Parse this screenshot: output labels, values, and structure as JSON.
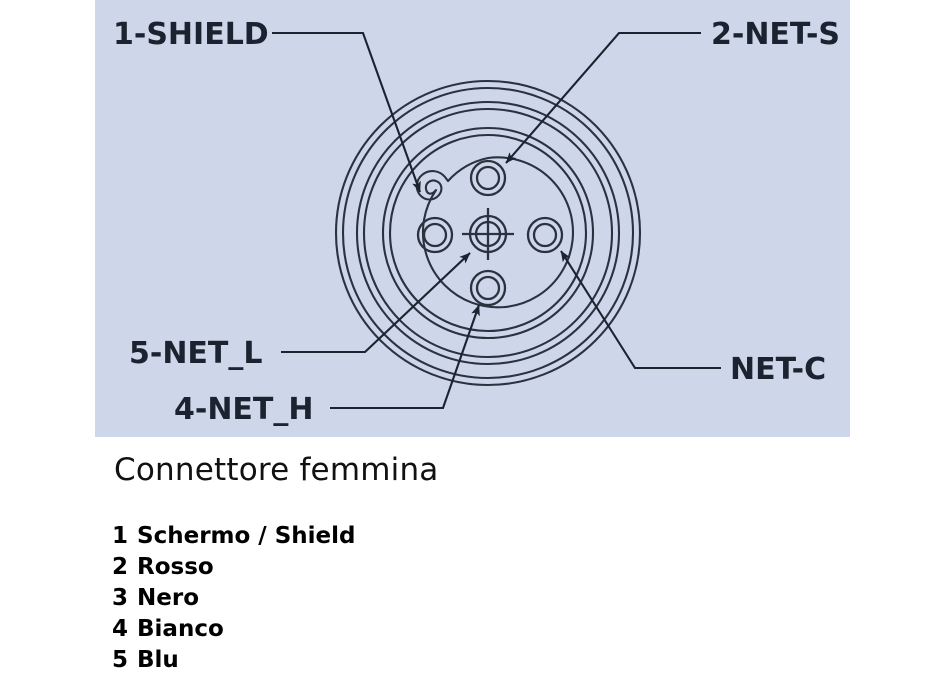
{
  "diagram": {
    "background_color": "#ced6e9",
    "line_color": "#2a3240",
    "title_alt": "5-pin female connector pinout",
    "labels": {
      "shield": "1-SHIELD",
      "net_s": "2-NET-S",
      "net_l": "5-NET_L",
      "net_h": "4-NET_H",
      "net_c": "NET-C"
    }
  },
  "caption": {
    "text": "Connettore femmina"
  },
  "pin_legend": {
    "rows": [
      {
        "num": "1",
        "label": "Schermo / Shield"
      },
      {
        "num": "2",
        "label": "Rosso"
      },
      {
        "num": "3",
        "label": "Nero"
      },
      {
        "num": "4",
        "label": "Bianco"
      },
      {
        "num": "5",
        "label": "Blu"
      }
    ]
  }
}
